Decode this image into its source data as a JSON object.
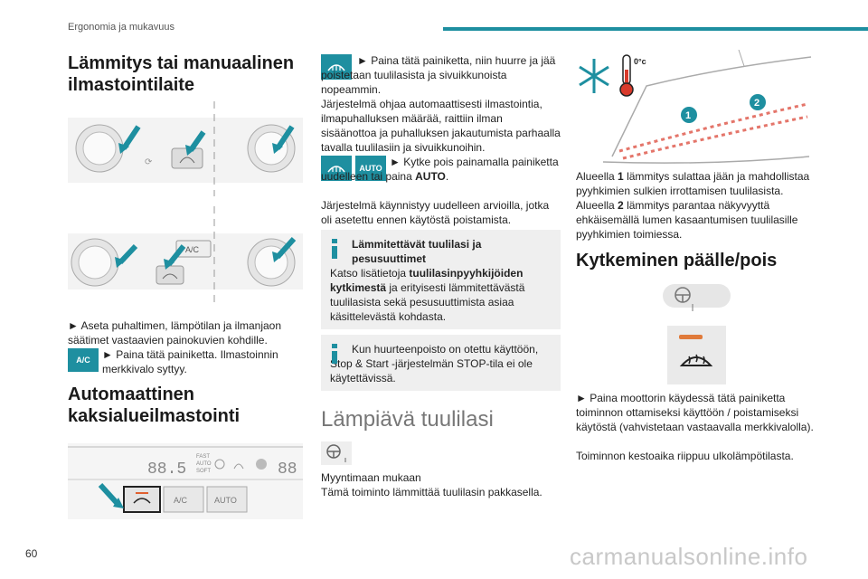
{
  "header": {
    "section": "Ergonomia ja mukavuus",
    "accent": "#1e8fa0"
  },
  "page_number": "60",
  "watermark": "carmanualsonline.info",
  "col1": {
    "title": "Lämmitys tai manuaalinen ilmastointilaite",
    "step1": "► Aseta puhaltimen, lämpötilan ja ilmanjaon säätimet vastaavien painokuvien kohdille.",
    "ac_badge": "A/C",
    "step2": "► Paina tätä painiketta. Ilmastoinnin merkkivalo syttyy.",
    "title2": "Automaattinen kaksialueilmastointi",
    "panel_display": "88.5",
    "panel_modes": [
      "FAST",
      "AUTO",
      "SOFT"
    ],
    "panel_display_right": "88",
    "panel_ac": "A/C",
    "panel_auto": "AUTO",
    "fig_ac_label": "A/C"
  },
  "col2": {
    "p1": "► Paina tätä painiketta, niin huurre ja jää poistetaan tuulilasista ja sivuikkunoista nopeammin.",
    "p2": "Järjestelmä ohjaa automaattisesti ilmastointia, ilmapuhalluksen määrää, raittiin ilman sisäänottoa ja puhalluksen jakautumista parhaalla tavalla tuulilasiin ja sivuikkunoihin.",
    "auto_badge": "AUTO",
    "p3a": "► Kytke pois painamalla painiketta uudelleen tai paina",
    "p3b": "AUTO",
    "p3c": ".",
    "p4": "Järjestelmä käynnistyy uudelleen arvioilla, jotka oli asetettu ennen käytöstä poistamista.",
    "box1_title": "Lämmitettävät tuulilasi ja pesusuuttimet",
    "box1_pre": "Katso lisätietoja",
    "box1_bold": "tuulilasinpyyhkijöiden kytkimestä",
    "box1_post": "ja erityisesti lämmitettävästä tuulilasista sekä pesusuuttimista asiaa käsittelevästä kohdasta.",
    "box2": "Kun huurteenpoisto on otettu käyttöön, Stop & Start -järjestelmän STOP-tila ei ole käytettävissä.",
    "title3": "Lämpiävä tuulilasi",
    "p5": "Myyntimaan mukaan",
    "p6": "Tämä toiminto lämmittää tuulilasin pakkasella."
  },
  "col3": {
    "temp_label": "0°c",
    "marker1": "1",
    "marker2": "2",
    "p1_pre": "Alueella",
    "p1_num": "1",
    "p1_post": "lämmitys sulattaa jään ja mahdollistaa pyyhkimien sulkien irrottamisen tuulilasista.",
    "p2_pre": "Alueella",
    "p2_num": "2",
    "p2_post": "lämmitys parantaa näkyvyyttä ehkäisemällä lumen kasaantumisen tuulilasille pyyhkimien toimiessa.",
    "title": "Kytkeminen päälle/pois",
    "p3": "► Paina moottorin käydessä tätä painiketta toiminnon ottamiseksi käyttöön / poistamiseksi käytöstä (vahvistetaan vastaavalla merkkivalolla).",
    "p4": "Toiminnon kestoaika riippuu ulkolämpötilasta."
  }
}
